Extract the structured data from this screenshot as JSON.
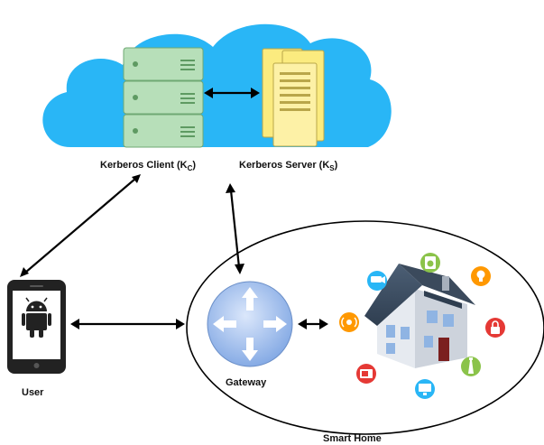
{
  "labels": {
    "client": "Kerberos Client (K",
    "client_sub": "C",
    "client_end": ")",
    "server": "Kerberos Server (K",
    "server_sub": "S",
    "server_end": ")",
    "user": "User",
    "gateway": "Gateway",
    "smart_home": "Smart Home"
  },
  "icons": {
    "phone": "android-phone-icon",
    "client": "server-rack-icon",
    "server": "server-tower-icon",
    "gateway": "router-icon",
    "home": "house-icon",
    "devices": [
      "security-camera-icon",
      "washing-machine-icon",
      "light-bulb-icon",
      "alarm-sensor-icon",
      "lock-icon",
      "microwave-icon",
      "monitor-icon",
      "lighthouse-icon"
    ]
  },
  "colors": {
    "cloud": "#29b6f6",
    "client_server": "#b7dfb9",
    "kerberos_server": "#fbeb7f",
    "gateway": "#8fb4ea",
    "phone": "#222222",
    "device_green": "#8bc34a",
    "device_orange": "#ff9800",
    "device_red": "#e53935",
    "device_teal": "#26a69a",
    "device_cyan": "#29b6f6"
  }
}
